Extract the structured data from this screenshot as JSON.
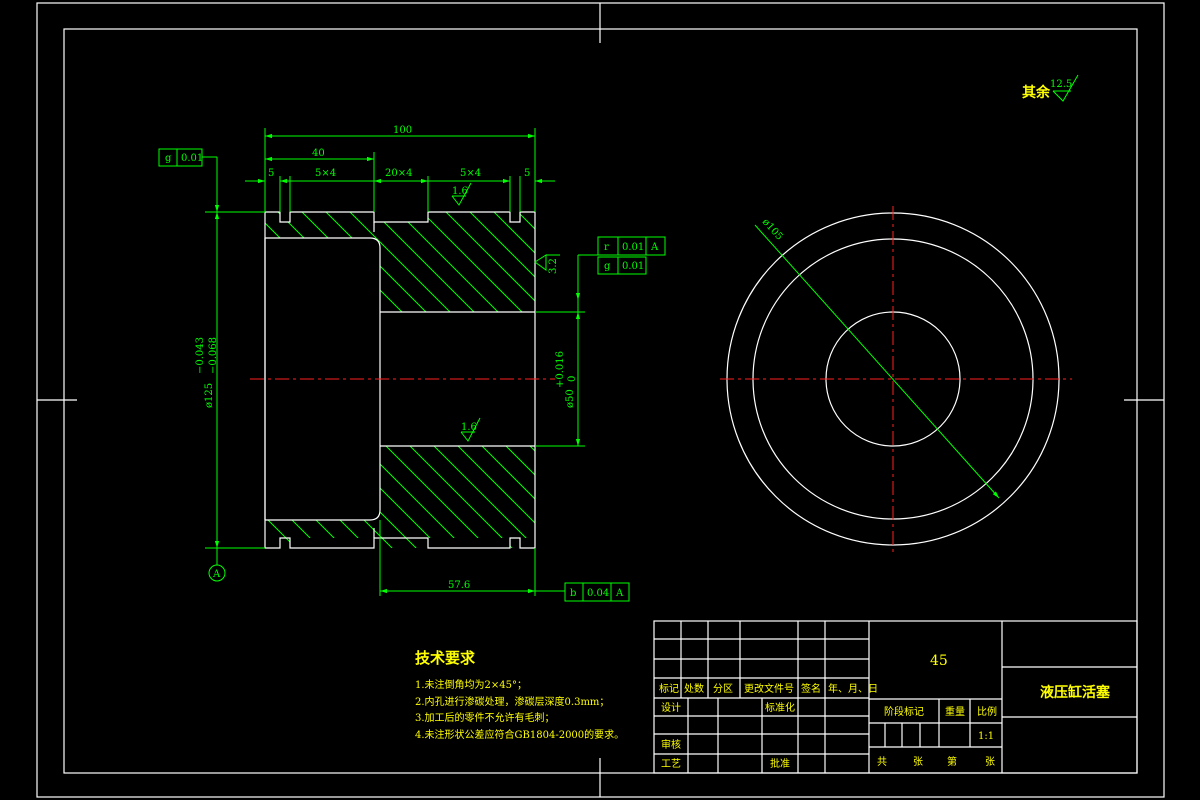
{
  "roughness_note": {
    "label": "其余",
    "value": "12.5"
  },
  "dimensions": {
    "overall_length": "100",
    "len_40": "40",
    "d5_left": "5",
    "groove_5x4_left": "5×4",
    "groove_20x4": "20×4",
    "groove_5x4_right": "5×4",
    "d5_right": "5",
    "d57_6": "57.6",
    "outer_dia": "ø125",
    "outer_tol_upper": "−0.043",
    "outer_tol_lower": "−0.068",
    "bore_dia": "ø50",
    "bore_tol_upper": "+0.016",
    "bore_tol_lower": "0",
    "circle_dia": "ø105",
    "rough_top": "1.6",
    "rough_bore": "1.6",
    "rough_side": "3.2"
  },
  "datum": "A",
  "tolerance_frames": [
    {
      "symbol": "g",
      "value": "0.01",
      "datum": ""
    },
    {
      "symbol": "r",
      "value": "0.01",
      "datum": "A"
    },
    {
      "symbol": "g",
      "value": "0.01",
      "datum": ""
    },
    {
      "symbol": "b",
      "value": "0.04",
      "datum": "A"
    }
  ],
  "tech_requirements": {
    "title": "技术要求",
    "items": [
      "1.未注倒角均为2×45°；",
      "2.内孔进行渗碳处理，渗碳层深度0.3mm；",
      "3.加工后的零件不允许有毛刺；",
      "4.未注形状公差应符合GB1804-2000的要求。"
    ]
  },
  "title_block": {
    "material": "45",
    "part_name": "液压缸活塞",
    "rev_headers": [
      "标记",
      "处数",
      "分区",
      "更改文件号",
      "签名",
      "年、月、日"
    ],
    "design": "设计",
    "standardize": "标准化",
    "review": "审核",
    "process": "工艺",
    "approve": "批准",
    "stage_mark": "阶段标记",
    "weight": "重量",
    "scale_label": "比例",
    "scale_value": "1:1",
    "sheets_total": "共",
    "sheet_unit_1": "张",
    "sheet_no": "第",
    "sheet_unit_2": "张"
  },
  "colors": {
    "background": "#000000",
    "geometry": "#ffffff",
    "annotation": "#00ff00",
    "centerline": "#ff2020",
    "text": "#ffff00"
  }
}
